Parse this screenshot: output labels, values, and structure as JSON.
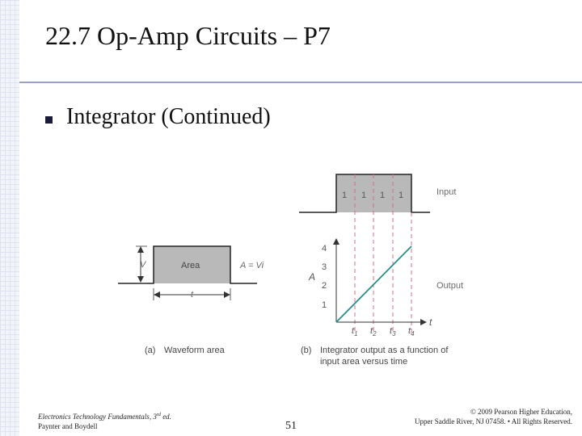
{
  "slide": {
    "title": "22.7 Op-Amp Circuits – P7",
    "bullet": "Integrator (Continued)"
  },
  "figure_a": {
    "v_label": "V",
    "area_label": "Area",
    "eq_label": "A = Vi",
    "t_label": "t",
    "caption_tag": "(a)",
    "caption": "Waveform area"
  },
  "figure_b": {
    "input_label": "Input",
    "output_label": "Output",
    "pulse_values": [
      "1",
      "1",
      "1",
      "1"
    ],
    "y_axis_label": "A",
    "y_ticks": [
      "1",
      "2",
      "3",
      "4"
    ],
    "t_axis_label": "t",
    "t_markers": [
      {
        "base": "t",
        "sub": "1"
      },
      {
        "base": "t",
        "sub": "2"
      },
      {
        "base": "t",
        "sub": "3"
      },
      {
        "base": "t",
        "sub": "4"
      }
    ],
    "caption_tag": "(b)",
    "caption_line1": "Integrator output as a function of",
    "caption_line2": "input area versus time"
  },
  "colors": {
    "pulse_fill": "#b9b9b9",
    "output_line": "#2a8c8c",
    "marker_dash": "#d86b86",
    "label_gray": "#6a6a6a"
  },
  "footer": {
    "book_title": "Electronics Technology Fundamentals, 3",
    "edition_sup": "rd",
    "edition_suffix": " ed.",
    "authors": "Paynter and Boydell",
    "page_number": "51",
    "copyright_line1": "© 2009 Pearson Higher Education,",
    "copyright_line2": "Upper Saddle River, NJ 07458. • All Rights Reserved."
  }
}
